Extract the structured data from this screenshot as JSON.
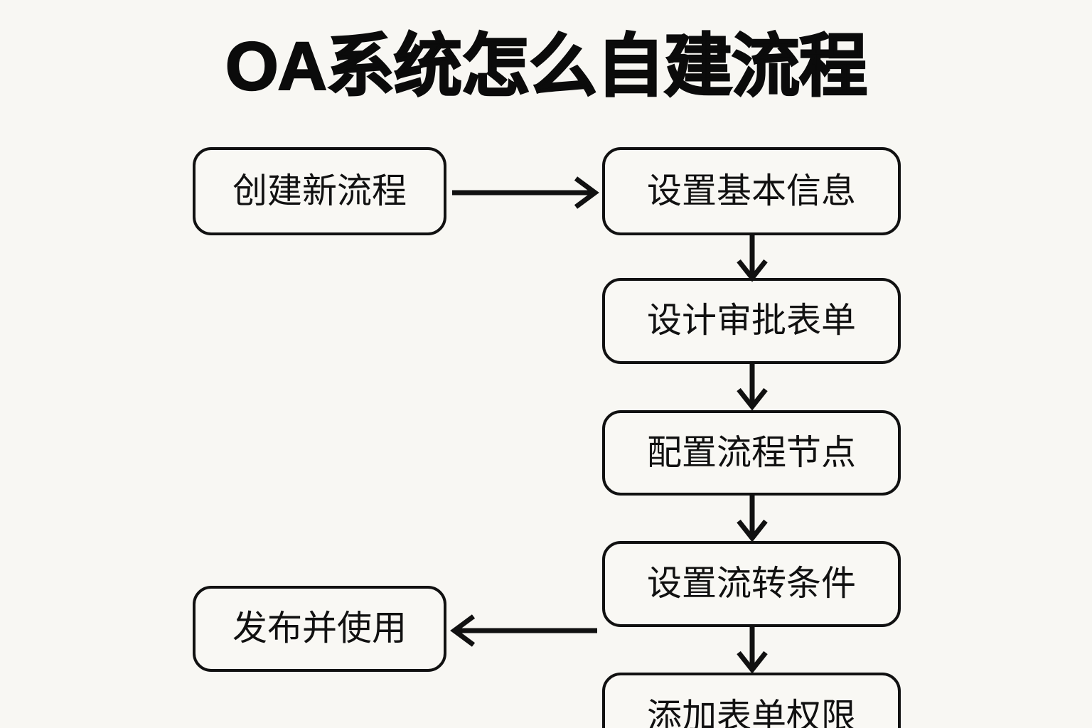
{
  "page": {
    "title": "OA系统怎么自建流程",
    "background_color": "#f8f7f3",
    "ink_color": "#111111"
  },
  "chart_data": {
    "type": "diagram",
    "diagram_kind": "flowchart",
    "title": "OA系统怎么自建流程",
    "nodes": [
      {
        "id": "create",
        "label": "创建新流程",
        "column": "left",
        "row": 1
      },
      {
        "id": "basic-info",
        "label": "设置基本信息",
        "column": "right",
        "row": 1
      },
      {
        "id": "form-design",
        "label": "设计审批表单",
        "column": "right",
        "row": 2
      },
      {
        "id": "nodes",
        "label": "配置流程节点",
        "column": "right",
        "row": 3
      },
      {
        "id": "conditions",
        "label": "设置流转条件",
        "column": "right",
        "row": 4
      },
      {
        "id": "permissions",
        "label": "添加表单权限",
        "column": "right",
        "row": 5
      },
      {
        "id": "publish",
        "label": "发布并使用",
        "column": "left",
        "row": 5
      }
    ],
    "edges": [
      {
        "from": "create",
        "to": "basic-info",
        "direction": "right"
      },
      {
        "from": "basic-info",
        "to": "form-design",
        "direction": "down"
      },
      {
        "from": "form-design",
        "to": "nodes",
        "direction": "down"
      },
      {
        "from": "nodes",
        "to": "conditions",
        "direction": "down"
      },
      {
        "from": "conditions",
        "to": "permissions",
        "direction": "down"
      },
      {
        "from": "permissions",
        "to": "publish",
        "direction": "left"
      }
    ]
  },
  "nodes": {
    "create": {
      "label": "创建新流程"
    },
    "basic_info": {
      "label": "设置基本信息"
    },
    "form_design": {
      "label": "设计审批表单"
    },
    "flow_nodes": {
      "label": "配置流程节点"
    },
    "conditions": {
      "label": "设置流转条件"
    },
    "permissions": {
      "label": "添加表单权限"
    },
    "publish": {
      "label": "发布并使用"
    }
  }
}
